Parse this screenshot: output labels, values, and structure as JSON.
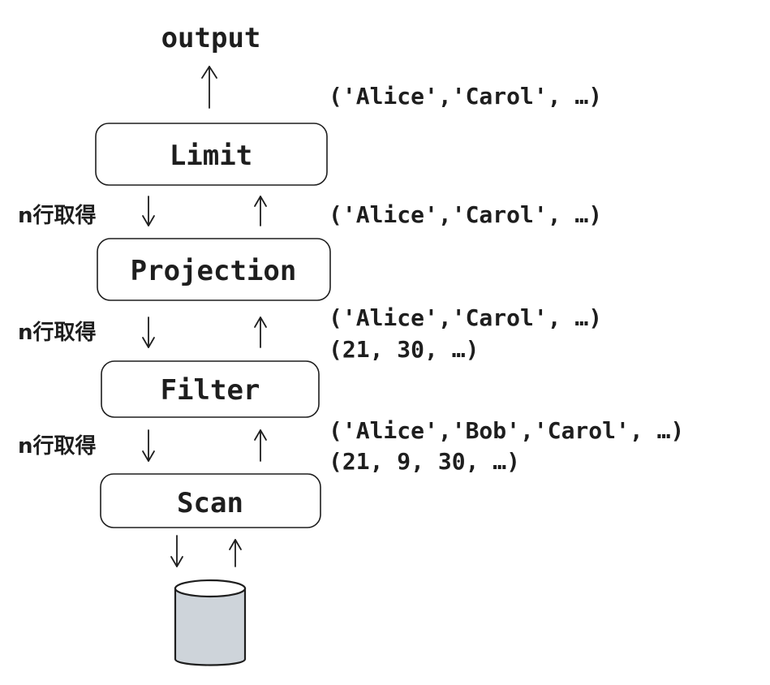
{
  "output_label": "output",
  "operators": {
    "limit": "Limit",
    "projection": "Projection",
    "filter": "Filter",
    "scan": "Scan"
  },
  "fetch_labels": {
    "limit_projection": "n行取得",
    "projection_filter": "n行取得",
    "filter_scan": "n行取得"
  },
  "row_data": {
    "limit_output": "('Alice','Carol', …)",
    "projection_output": "('Alice','Carol', …)",
    "filter_output_names": "('Alice','Carol', …)",
    "filter_output_ages": "(21, 30, …)",
    "scan_output_names": "('Alice','Bob','Carol', …)",
    "scan_output_ages": "(21, 9, 30, …)"
  },
  "colors": {
    "stroke": "#1e1e1e",
    "database_fill": "#ced4da",
    "background": "#ffffff"
  },
  "icons": {
    "database": "database-cylinder-icon"
  }
}
